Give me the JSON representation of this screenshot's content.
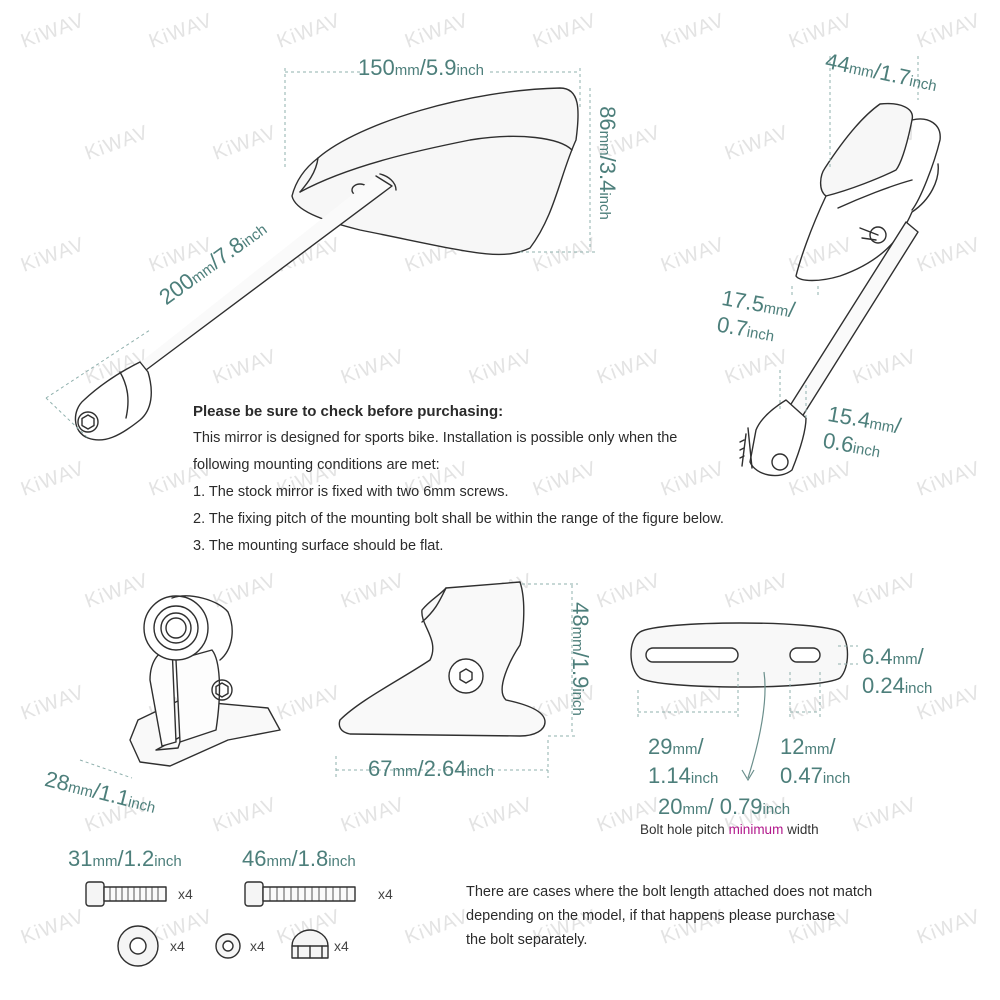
{
  "watermark": "KiWAV",
  "colors": {
    "dimension": "#4d7f7b",
    "highlight": "#b1178b",
    "line": "#2f2f2f",
    "shade": "#f3f3f3"
  },
  "dimensions": {
    "mirror_width": {
      "value": "150",
      "unit": "mm",
      "sep": "/",
      "value2": "5.9",
      "unit2": "inch"
    },
    "mirror_height": {
      "value": "86",
      "unit": "mm",
      "sep": "/",
      "value2": "3.4",
      "unit2": "inch"
    },
    "stem_length": {
      "value": "200",
      "unit": "mm",
      "sep": "/",
      "value2": "7.8",
      "unit2": "inch"
    },
    "mirror_depth": {
      "value": "44",
      "unit": "mm",
      "sep": "/",
      "value2": "1.7",
      "unit2": "inch"
    },
    "ball_offset": {
      "value": "17.5",
      "unit": "mm",
      "sep": "/",
      "value2": "0.7",
      "unit2": "inch"
    },
    "stem_diameter": {
      "value": "15.4",
      "unit": "mm",
      "sep": "/",
      "value2": "0.6",
      "unit2": "inch"
    },
    "base_depth": {
      "value": "28",
      "unit": "mm",
      "sep": "/",
      "value2": "1.1",
      "unit2": "inch"
    },
    "bracket_height": {
      "value": "48",
      "unit": "mm",
      "sep": "/",
      "value2": "1.9",
      "unit2": "inch"
    },
    "bracket_width": {
      "value": "67",
      "unit": "mm",
      "sep": "/",
      "value2": "2.64",
      "unit2": "inch"
    },
    "slot_height": {
      "value": "6.4",
      "unit": "mm",
      "sep": "/",
      "value2": "0.24",
      "unit2": "inch"
    },
    "slot_span": {
      "value": "29",
      "unit": "mm",
      "sep": "/",
      "value2": "1.14",
      "unit2": "inch"
    },
    "slot_length": {
      "value": "12",
      "unit": "mm",
      "sep": "/",
      "value2": "0.47",
      "unit2": "inch"
    },
    "min_pitch": {
      "value": "20",
      "unit": "mm",
      "sep": "/ ",
      "value2": "0.79",
      "unit2": "inch"
    },
    "bolt_short": {
      "value": "31",
      "unit": "mm",
      "sep": "/",
      "value2": "1.2",
      "unit2": "inch"
    },
    "bolt_long": {
      "value": "46",
      "unit": "mm",
      "sep": "/",
      "value2": "1.8",
      "unit2": "inch"
    }
  },
  "notes": {
    "heading": "Please be sure to check before purchasing:",
    "lines": [
      "This mirror is designed for sports bike. Installation is possible only when the",
      "following mounting conditions are met:",
      "1. The stock mirror is fixed with two 6mm screws.",
      "2. The fixing pitch of the mounting bolt shall be within the range of the figure below.",
      "3. The mounting surface should be flat."
    ]
  },
  "pitch_caption": {
    "before": "Bolt hole pitch ",
    "highlight": "minimum",
    "after": " width"
  },
  "quantities": {
    "bolt_short": "x4",
    "bolt_long": "x4",
    "washer_large": "x4",
    "washer_small": "x4",
    "nut": "x4"
  },
  "bolt_note": [
    "There are cases where the bolt length attached does not match",
    "depending on the model, if that happens please purchase",
    "the bolt separately."
  ]
}
